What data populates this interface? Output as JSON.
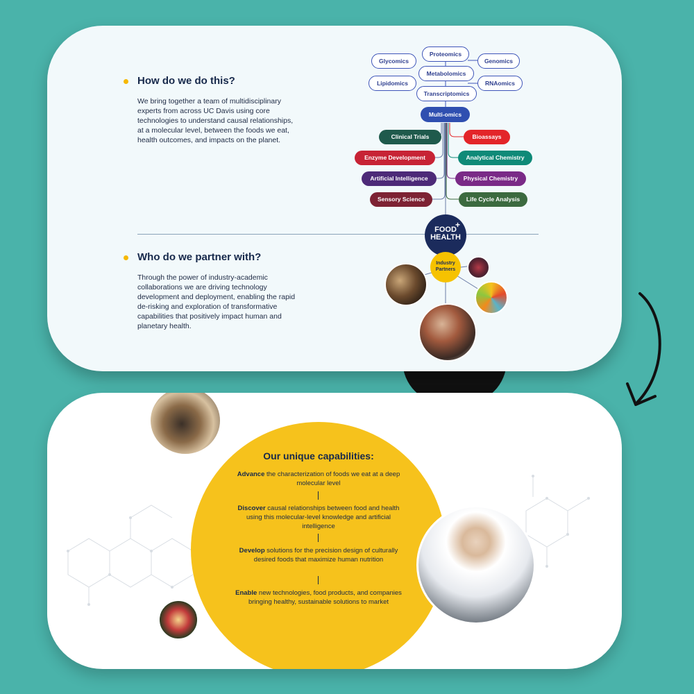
{
  "how": {
    "title": "How do we do this?",
    "body": "We bring together a team of multidisciplinary experts from across UC Davis using core technologies to understand causal relationships, at a molecular level, between the foods we eat, health outcomes, and impacts on the planet."
  },
  "who": {
    "title": "Who do we partner with?",
    "body": "Through the power of industry-academic collaborations we are driving technology development and deployment, enabling the rapid de-risking and exploration of transformative capabilities that positively impact human and planetary health."
  },
  "omics": {
    "proteomics": "Proteomics",
    "glycomics": "Glycomics",
    "genomics": "Genomics",
    "metabolomics": "Metabolomics",
    "lipidomics": "Lipidomics",
    "rnaomics": "RNAomics",
    "transcriptomics": "Transcriptomics",
    "multiomics": "Multi-omics"
  },
  "capabilities_left": [
    {
      "label": "Clinical Trials",
      "color": "#1f5a4c"
    },
    {
      "label": "Enzyme Development",
      "color": "#c72335"
    },
    {
      "label": "Artificial Intelligence",
      "color": "#4d2a78"
    },
    {
      "label": "Sensory Science",
      "color": "#7d2233"
    }
  ],
  "capabilities_right": [
    {
      "label": "Bioassays",
      "color": "#e32529"
    },
    {
      "label": "Analytical Chemistry",
      "color": "#0f8a78"
    },
    {
      "label": "Physical Chemistry",
      "color": "#7a2a87"
    },
    {
      "label": "Life Cycle Analysis",
      "color": "#3c6a3f"
    }
  ],
  "logo": {
    "line1": "FOOD",
    "plus": "+",
    "line2": "HEALTH"
  },
  "partners": {
    "label_line1": "Industry",
    "label_line2": "Partners"
  },
  "capabilities": {
    "title": "Our unique capabilities:",
    "items": [
      {
        "lead": "Advance",
        "text": " the characterization of foods we eat at a deep molecular level"
      },
      {
        "lead": "Discover",
        "text": " causal relationships between food and health using this molecular-level knowledge and artificial intelligence"
      },
      {
        "lead": "Develop",
        "text": " solutions for the precision design of culturally desired foods that maximize human nutrition"
      },
      {
        "lead": "Enable",
        "text": " new technologies, food products, and companies bringing healthy, sustainable solutions to market"
      }
    ]
  },
  "colors": {
    "background": "#4ab3aa",
    "accent_yellow": "#f6c21c",
    "navy": "#17294b",
    "multiomics_blue": "#2f4fb0"
  }
}
